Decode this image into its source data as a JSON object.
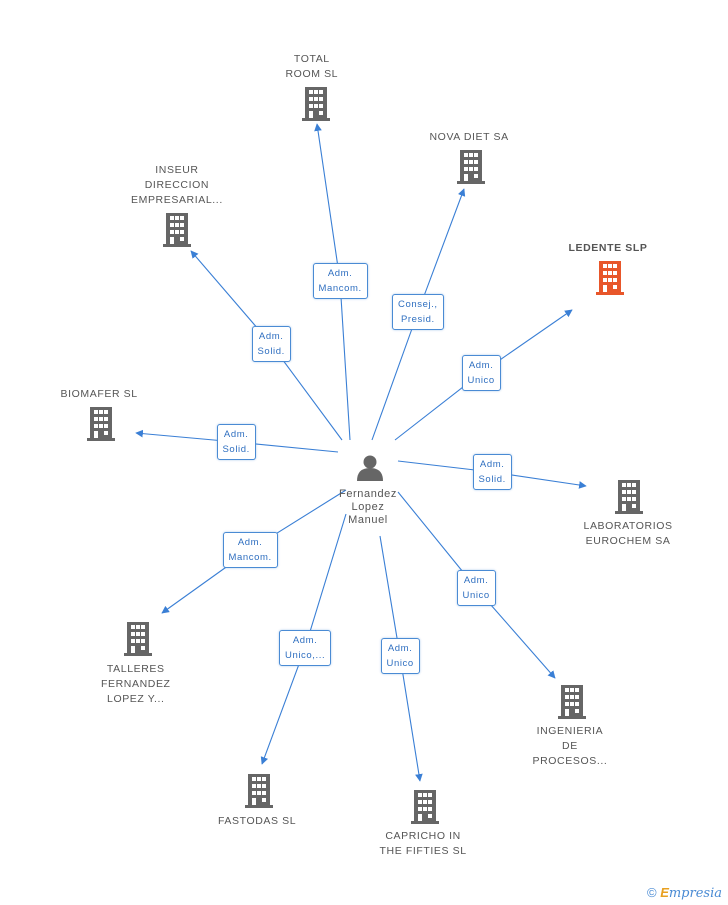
{
  "center": {
    "name": "Fernandez\nLopez\nManuel",
    "icon": "person-icon"
  },
  "companies": [
    {
      "id": "total-room",
      "label": "TOTAL\nROOM SL",
      "icon": "building-icon",
      "highlight": false
    },
    {
      "id": "nova-diet",
      "label": "NOVA DIET SA",
      "icon": "building-icon",
      "highlight": false
    },
    {
      "id": "inseur",
      "label": "INSEUR\nDIRECCION\nEMPRESARIAL...",
      "icon": "building-icon",
      "highlight": false
    },
    {
      "id": "ledente",
      "label": "LEDENTE SLP",
      "icon": "building-icon",
      "highlight": true
    },
    {
      "id": "biomafer",
      "label": "BIOMAFER SL",
      "icon": "building-icon",
      "highlight": false
    },
    {
      "id": "eurochem",
      "label": "LABORATORIOS\nEUROCHEM SA",
      "icon": "building-icon",
      "highlight": false
    },
    {
      "id": "talleres",
      "label": "TALLERES\nFERNANDEZ\nLOPEZ Y...",
      "icon": "building-icon",
      "highlight": false
    },
    {
      "id": "ingenieria",
      "label": "INGENIERIA\nDE\nPROCESOS...",
      "icon": "building-icon",
      "highlight": false
    },
    {
      "id": "fastodas",
      "label": "FASTODAS SL",
      "icon": "building-icon",
      "highlight": false
    },
    {
      "id": "capricho",
      "label": "CAPRICHO IN\nTHE FIFTIES SL",
      "icon": "building-icon",
      "highlight": false
    }
  ],
  "relations": [
    {
      "target": "total-room",
      "label": "Adm.\nMancom."
    },
    {
      "target": "nova-diet",
      "label": "Consej.,\nPresid."
    },
    {
      "target": "inseur",
      "label": "Adm.\nSolid."
    },
    {
      "target": "ledente",
      "label": "Adm.\nUnico"
    },
    {
      "target": "biomafer",
      "label": "Adm.\nSolid."
    },
    {
      "target": "eurochem",
      "label": "Adm.\nSolid."
    },
    {
      "target": "talleres",
      "label": "Adm.\nMancom."
    },
    {
      "target": "ingenieria",
      "label": "Adm.\nUnico"
    },
    {
      "target": "fastodas",
      "label": "Adm.\nUnico,..."
    },
    {
      "target": "capricho",
      "label": "Adm.\nUnico"
    }
  ],
  "colors": {
    "edge": "#3a7fd5",
    "building": "#666666",
    "highlight": "#e8562a",
    "person": "#666666"
  },
  "brand": {
    "symbol": "©",
    "initial": "E",
    "name": "mpresia"
  }
}
